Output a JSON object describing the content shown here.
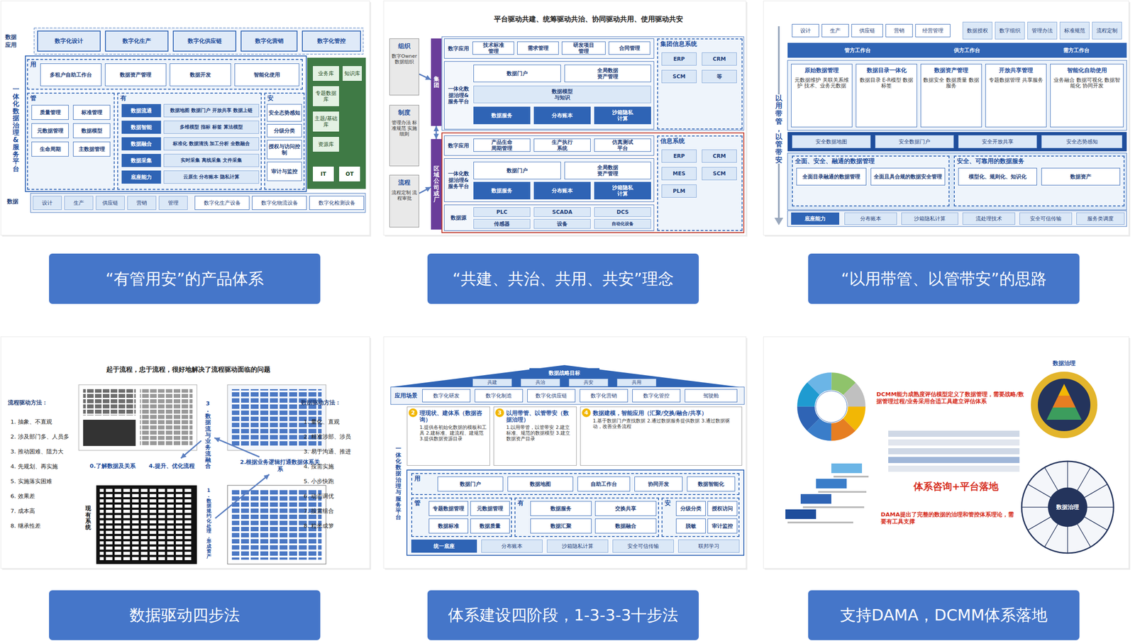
{
  "diagram": {
    "nodes": [
      {
        "text": [
          "数字化设计"
        ]
      },
      {
        "text": [
          "数字化生产"
        ]
      },
      {
        "text": [
          "数字化供应链"
        ]
      },
      {
        "text": [
          "数字化营销"
        ]
      },
      {
        "text": [
          "数字化管控"
        ]
      },
      {
        "text": [
          "一体化数据治理&服务平台"
        ]
      },
      {
        "text": [
          "用"
        ]
      },
      {
        "text": [
          "多租户自助工作台"
        ],
        "in": 6
      },
      {
        "text": [
          "数据资产管理"
        ],
        "in": 6
      },
      {
        "text": [
          "数据开发"
        ],
        "in": 6
      },
      {
        "text": [
          "智能化使用"
        ],
        "in": 6
      },
      {
        "text": [
          "管"
        ]
      },
      {
        "text": [
          "质量管理"
        ],
        "in": 11
      },
      {
        "text": [
          "标准管理"
        ],
        "in": 11
      },
      {
        "text": [
          "元数据管理"
        ],
        "in": 11
      },
      {
        "text": [
          "数据模型"
        ],
        "in": 11
      },
      {
        "text": [
          "生命周期"
        ],
        "in": 11
      },
      {
        "text": [
          "主数据管理"
        ],
        "in": 11
      },
      {
        "text": [
          "有"
        ]
      },
      {
        "text": [
          "数据流通"
        ],
        "in": 18
      },
      {
        "text": [
          "数据智能"
        ],
        "in": 18
      },
      {
        "text": [
          "数据融合"
        ],
        "in": 18
      },
      {
        "text": [
          "数据采集"
        ],
        "in": 18
      },
      {
        "text": [
          "底座能力"
        ],
        "in": 18
      },
      {
        "text": [
          "数据地图 数据门户 开放共享 数据上链"
        ],
        "in": 18
      },
      {
        "text": [
          "多维模型 指标 标签 算法模型"
        ],
        "in": 18
      },
      {
        "text": [
          "标准化 数据清洗 加工分析 全数融合"
        ],
        "in": 18
      },
      {
        "text": [
          "实时采集 离线采集 文件采集"
        ],
        "in": 18
      },
      {
        "text": [
          "云原生 分布账本 隐私计算"
        ],
        "in": 18
      },
      {
        "text": [
          "安"
        ]
      },
      {
        "text": [
          "安全态势感知"
        ],
        "in": 29
      },
      {
        "text": [
          "分级分类"
        ],
        "in": 29
      },
      {
        "text": [
          "授权与访问控制"
        ],
        "in": 29
      },
      {
        "text": [
          "审计与监控"
        ],
        "in": 29
      },
      {
        "text": [
          "业务库"
        ]
      },
      {
        "text": [
          "专题数据库"
        ]
      },
      {
        "text": [
          "主题/基础库"
        ]
      },
      {
        "text": [
          "资源库"
        ]
      },
      {
        "text": [
          "知识库"
        ]
      },
      {
        "text": [
          "IT"
        ]
      },
      {
        "text": [
          "OT"
        ]
      },
      {
        "text": [
          "设计"
        ]
      },
      {
        "text": [
          "生产"
        ]
      },
      {
        "text": [
          "供应链"
        ]
      },
      {
        "text": [
          "营销"
        ]
      },
      {
        "text": [
          "管理"
        ]
      },
      {
        "text": [
          "数字化生产设备"
        ]
      },
      {
        "text": [
          "数字化物流设备"
        ]
      },
      {
        "text": [
          "数字化检测设备"
        ]
      },
      {
        "text": [
          "组织",
          "数字Owner 数据组织"
        ]
      },
      {
        "text": [
          "制度",
          "管理办法 标准规范 实施细则"
        ]
      },
      {
        "text": [
          "流程",
          "流程定制 流程审批"
        ]
      },
      {
        "text": [
          "集团"
        ]
      },
      {
        "text": [
          "区域公司或厂"
        ]
      },
      {
        "text": [
          "数字应用"
        ]
      },
      {
        "text": [
          "技术标准管理"
        ],
        "in": 54
      },
      {
        "text": [
          "需求管理"
        ],
        "in": 54
      },
      {
        "text": [
          "研发项目管理"
        ],
        "in": 54
      },
      {
        "text": [
          "合同管理"
        ],
        "in": 54
      },
      {
        "text": [
          "一体化数据治理&服务平台"
        ]
      },
      {
        "text": [
          "数据门户"
        ],
        "in": 59
      },
      {
        "text": [
          "全局数据资产管理"
        ],
        "in": 59
      },
      {
        "text": [
          "数据模型与知识"
        ],
        "in": 59
      },
      {
        "text": [
          "数据服务"
        ],
        "in": 59
      },
      {
        "text": [
          "分布账本"
        ],
        "in": 59
      },
      {
        "text": [
          "沙箱隐私计算"
        ],
        "in": 59
      },
      {
        "text": [
          "集团信息系统"
        ]
      },
      {
        "text": [
          "ERP"
        ],
        "in": 66
      },
      {
        "text": [
          "CRM"
        ],
        "in": 66
      },
      {
        "text": [
          "SCM"
        ],
        "in": 66
      },
      {
        "text": [
          "等"
        ],
        "in": 66
      },
      {
        "text": [
          "数字应用"
        ]
      },
      {
        "text": [
          "产品生命周期管理"
        ],
        "in": 71
      },
      {
        "text": [
          "生产执行系统"
        ],
        "in": 71
      },
      {
        "text": [
          "仿真测试平台"
        ],
        "in": 71
      },
      {
        "text": [
          "一体化数据治理&服务平台"
        ]
      },
      {
        "text": [
          "数据门户"
        ],
        "in": 75
      },
      {
        "text": [
          "全局数据资产管理"
        ],
        "in": 75
      },
      {
        "text": [
          "数据服务"
        ],
        "in": 75
      },
      {
        "text": [
          "分布账本"
        ],
        "in": 75
      },
      {
        "text": [
          "沙箱隐私计算"
        ],
        "in": 75
      },
      {
        "text": [
          "数据源"
        ]
      },
      {
        "text": [
          "PLC"
        ],
        "in": 81
      },
      {
        "text": [
          "SCADA"
        ],
        "in": 81
      },
      {
        "text": [
          "DCS"
        ],
        "in": 81
      },
      {
        "text": [
          "传感器"
        ],
        "in": 81
      },
      {
        "text": [
          "设备"
        ],
        "in": 81
      },
      {
        "text": [
          "自动化设备"
        ],
        "in": 81
      },
      {
        "text": [
          "信息系统"
        ]
      },
      {
        "text": [
          "ERP"
        ],
        "in": 88
      },
      {
        "text": [
          "CRM"
        ],
        "in": 88
      },
      {
        "text": [
          "MES"
        ],
        "in": 88
      },
      {
        "text": [
          "SCM"
        ],
        "in": 88
      },
      {
        "text": [
          "PLM"
        ],
        "in": 88
      },
      {
        "text": [
          "以用带管，以管带安"
        ]
      },
      {
        "text": [
          "设计"
        ]
      },
      {
        "text": [
          "生产"
        ]
      },
      {
        "text": [
          "供应链"
        ]
      },
      {
        "text": [
          "营销"
        ]
      },
      {
        "text": [
          "经营管理"
        ]
      },
      {
        "text": [
          "数据授权"
        ]
      },
      {
        "text": [
          "数字组织"
        ]
      },
      {
        "text": [
          "管理办法"
        ]
      },
      {
        "text": [
          "标准规范"
        ]
      },
      {
        "text": [
          "流程定制"
        ]
      },
      {
        "text": [
          "管方工作台"
        ]
      },
      {
        "text": [
          "供方工作台"
        ]
      },
      {
        "text": [
          "需方工作台"
        ]
      },
      {
        "text": [
          "原始数据管理",
          "元数据维护 关联关系维护 技术、业务元数据"
        ]
      },
      {
        "text": [
          "数据目录一体化",
          "数据目录 E-R模型 数据标签"
        ]
      },
      {
        "text": [
          "数据资产管理",
          "数据安全 数据质量 数据服务"
        ]
      },
      {
        "text": [
          "开放共享管理",
          "专题数据管理 共享服务"
        ]
      },
      {
        "text": [
          "智能化自助使用",
          "业务融合 数据可视化 数据智能化 协同开发"
        ]
      },
      {
        "text": [
          "安全数据地图"
        ]
      },
      {
        "text": [
          "安全数据门户"
        ]
      },
      {
        "text": [
          "安全开放共享"
        ]
      },
      {
        "text": [
          "安全态势感知"
        ]
      },
      {
        "text": [
          "全面、安全、融通的数据管理"
        ]
      },
      {
        "text": [
          "全面目录融通的数据管理"
        ],
        "in": 117
      },
      {
        "text": [
          "全面且具合规的数据安全管理"
        ],
        "in": 117
      },
      {
        "text": [
          "安全、可靠用的数据服务"
        ]
      },
      {
        "text": [
          "模型化、规则化、知识化"
        ],
        "in": 120
      },
      {
        "text": [
          "数据资产"
        ],
        "in": 120
      },
      {
        "text": [
          "底座能力"
        ]
      },
      {
        "text": [
          "分布账本"
        ]
      },
      {
        "text": [
          "沙箱隐私计算"
        ]
      },
      {
        "text": [
          "流处理技术"
        ]
      },
      {
        "text": [
          "安全可信传输"
        ]
      },
      {
        "text": [
          "服务类调度"
        ]
      },
      {
        "text": [
          "“有管用安”的产品体系"
        ]
      },
      {
        "text": [
          "“共建、共治、共用、共安”理念"
        ]
      },
      {
        "text": [
          "“以用带管、以管带安”的思路"
        ]
      },
      {
        "text": [
          "0.了解数据及关系"
        ]
      },
      {
        "text": [
          "4.提升、优化流程"
        ]
      },
      {
        "text": [
          "3.数据流与业务流融合"
        ]
      },
      {
        "text": [
          "2.根据业务逻辑打通数据体系关系"
        ]
      },
      {
        "text": [
          "1.数据规约化处理，形成资产"
        ]
      },
      {
        "text": [
          "现有系统"
        ]
      },
      {
        "text": [
          "数据战略目标"
        ]
      },
      {
        "text": [
          "共建"
        ]
      },
      {
        "text": [
          "共治"
        ]
      },
      {
        "text": [
          "共安"
        ]
      },
      {
        "text": [
          "共用"
        ]
      },
      {
        "text": [
          "应用场景"
        ]
      },
      {
        "text": [
          "数字化研发"
        ]
      },
      {
        "text": [
          "数字化制造"
        ]
      },
      {
        "text": [
          "数字化供应链"
        ]
      },
      {
        "text": [
          "数字化营销"
        ]
      },
      {
        "text": [
          "数字化管控"
        ]
      },
      {
        "text": [
          "驾驶舱"
        ]
      },
      {
        "text": [
          "一体化数据治理与服务平台"
        ]
      },
      {
        "text": [
          "理现状、建体系（数据咨询）",
          "1.提供各初始化数据的模板和工具 2.建标准、建流程、建规范 3.提供数据资源目录"
        ]
      },
      {
        "text": [
          "以用带管、以管带安（数据治理）",
          "1.以用带管，以管带安 2.建立标准、规范的数据模型 3.建立数据资产目录"
        ]
      },
      {
        "text": [
          "数据建模，智能应用（汇聚/交换/融合/共享）",
          "1.基于数据门户查找数据 2.通过数据服务提供数据 3.通过数据驱动，改善业务流程"
        ]
      },
      {
        "text": [
          "用"
        ]
      },
      {
        "text": [
          "数据门户"
        ],
        "in": 154
      },
      {
        "text": [
          "数据地图"
        ],
        "in": 154
      },
      {
        "text": [
          "自助工作台"
        ],
        "in": 154
      },
      {
        "text": [
          "协同开发"
        ],
        "in": 154
      },
      {
        "text": [
          "数据智能化"
        ],
        "in": 154
      },
      {
        "text": [
          "管"
        ]
      },
      {
        "text": [
          "专题数据管理"
        ],
        "in": 160
      },
      {
        "text": [
          "元数据管理"
        ],
        "in": 160
      },
      {
        "text": [
          "数据标准"
        ],
        "in": 160
      },
      {
        "text": [
          "数据质量"
        ],
        "in": 160
      },
      {
        "text": [
          "有"
        ]
      },
      {
        "text": [
          "数据服务"
        ],
        "in": 165
      },
      {
        "text": [
          "交换共享"
        ],
        "in": 165
      },
      {
        "text": [
          "数据汇聚"
        ],
        "in": 165
      },
      {
        "text": [
          "数据融合"
        ],
        "in": 165
      },
      {
        "text": [
          "安"
        ]
      },
      {
        "text": [
          "分级分类"
        ],
        "in": 170
      },
      {
        "text": [
          "授权访问"
        ],
        "in": 170
      },
      {
        "text": [
          "脱敏"
        ],
        "in": 170
      },
      {
        "text": [
          "审计监控"
        ],
        "in": 170
      },
      {
        "text": [
          "统一底座"
        ]
      },
      {
        "text": [
          "分布账本"
        ]
      },
      {
        "text": [
          "沙箱隐私计算"
        ]
      },
      {
        "text": [
          "安全可信传输"
        ]
      },
      {
        "text": [
          "联邦学习"
        ]
      },
      {
        "text": [
          "DCMM能力成熟度评估模型定义了数据管理，需要战略/数据管理过程/业务采用合适工具建立评估体系"
        ]
      },
      {
        "text": [
          "数据治理"
        ]
      },
      {
        "text": [
          "体系咨询+平台落地"
        ]
      },
      {
        "text": [
          "DAMA提出了完整的数据的治理和管控体系理论，需要有工具支撑"
        ]
      },
      {
        "text": [
          "数据治理"
        ]
      },
      {
        "text": [
          "数据驱动四步法"
        ]
      },
      {
        "text": [
          "体系建设四阶段，1-3-3-3十步法"
        ]
      },
      {
        "text": [
          "支持DAMA，DCMM体系落地"
        ]
      }
    ],
    "edges": [
      {
        "from": 49,
        "to": 52,
        "arrow": "to"
      },
      {
        "from": 51,
        "to": 53,
        "arrow": "to"
      },
      {
        "from": 52,
        "to": 53,
        "arrow": "both"
      },
      {
        "from": 135,
        "to": 134,
        "arrow": "to"
      },
      {
        "from": 134,
        "to": 133,
        "arrow": "to"
      },
      {
        "from": 136,
        "to": 135,
        "arrow": "to"
      }
    ],
    "labels": [
      "数据应用",
      "数据",
      "平台驱动共建、统筹驱动共治、协同驱动共用、使用驱动共安",
      "起于流程，忠于流程，很好地解决了流程驱动面临的问题",
      "流程驱动方法：",
      "1. 抽象、不直观",
      "2. 涉及部门多、人员多",
      "3. 推动困难、阻力大",
      "4. 先规划、再实施",
      "5. 实施落实困难",
      "6. 效果差",
      "7. 成本高",
      "8. 继承性差",
      "数据驱动方法：",
      "1. 量化、直观",
      "2. 精准涉部、涉员",
      "3. 易于沟通、推进",
      "4. 按需实施",
      "5. 小步快跑",
      "6. 动态调优",
      "7. 按需组合",
      "8. 粒米成箩",
      "2",
      "3",
      "4"
    ]
  }
}
